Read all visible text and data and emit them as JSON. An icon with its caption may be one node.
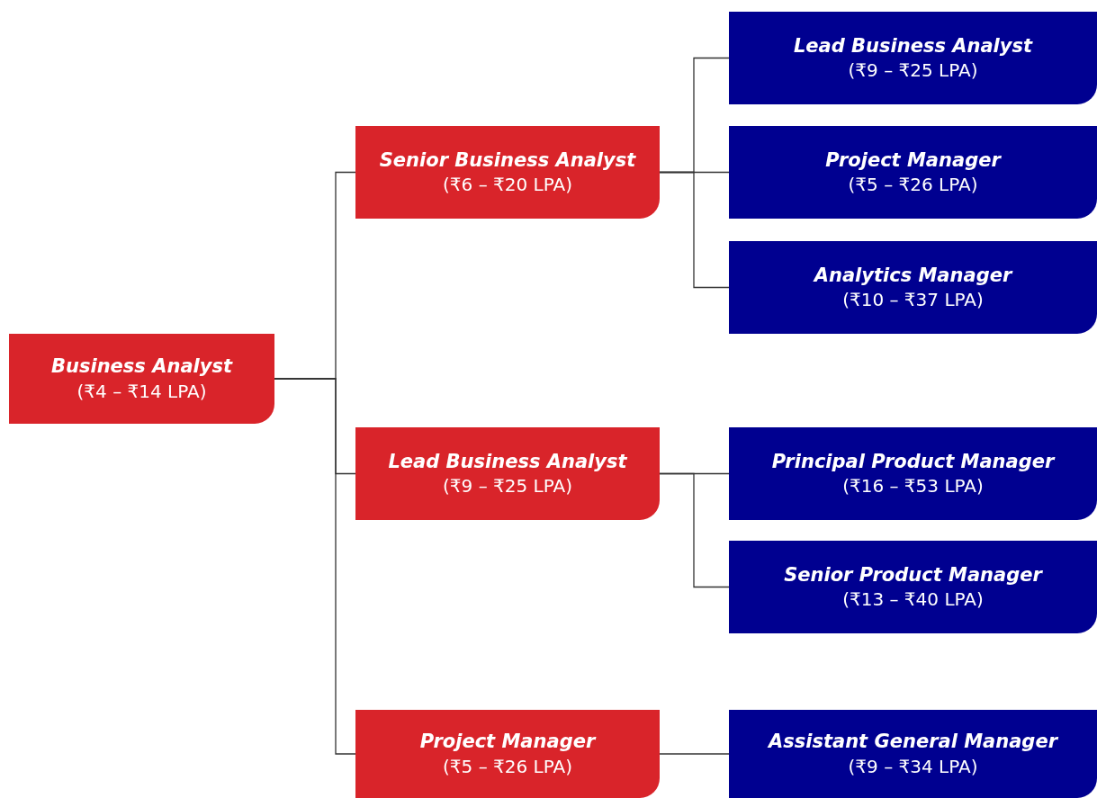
{
  "diagram": {
    "nodes": [
      {
        "text": [
          "Business Analyst",
          "(₹4 – ₹14 LPA)"
        ]
      },
      {
        "text": [
          "Senior Business Analyst",
          "(₹6 – ₹20 LPA)"
        ]
      },
      {
        "text": [
          "Lead Business Analyst",
          "(₹9 – ₹25 LPA)"
        ]
      },
      {
        "text": [
          "Project Manager",
          "(₹5 – ₹26 LPA)"
        ]
      },
      {
        "text": [
          "Lead Business Analyst",
          "(₹9 – ₹25 LPA)"
        ]
      },
      {
        "text": [
          "Project Manager",
          "(₹5 – ₹26 LPA)"
        ]
      },
      {
        "text": [
          "Analytics Manager",
          "(₹10 – ₹37 LPA)"
        ]
      },
      {
        "text": [
          "Principal Product Manager",
          "(₹16 – ₹53 LPA)"
        ]
      },
      {
        "text": [
          "Senior Product Manager",
          "(₹13 – ₹40 LPA)"
        ]
      },
      {
        "text": [
          "Assistant General Manager",
          "(₹9 – ₹34 LPA)"
        ]
      }
    ],
    "edges": [
      {
        "from": 0,
        "to": 1,
        "arrow": "none"
      },
      {
        "from": 0,
        "to": 2,
        "arrow": "none"
      },
      {
        "from": 0,
        "to": 3,
        "arrow": "none"
      },
      {
        "from": 1,
        "to": 4,
        "arrow": "none"
      },
      {
        "from": 1,
        "to": 5,
        "arrow": "none"
      },
      {
        "from": 1,
        "to": 6,
        "arrow": "none"
      },
      {
        "from": 2,
        "to": 7,
        "arrow": "none"
      },
      {
        "from": 2,
        "to": 8,
        "arrow": "none"
      },
      {
        "from": 3,
        "to": 9,
        "arrow": "none"
      }
    ]
  }
}
